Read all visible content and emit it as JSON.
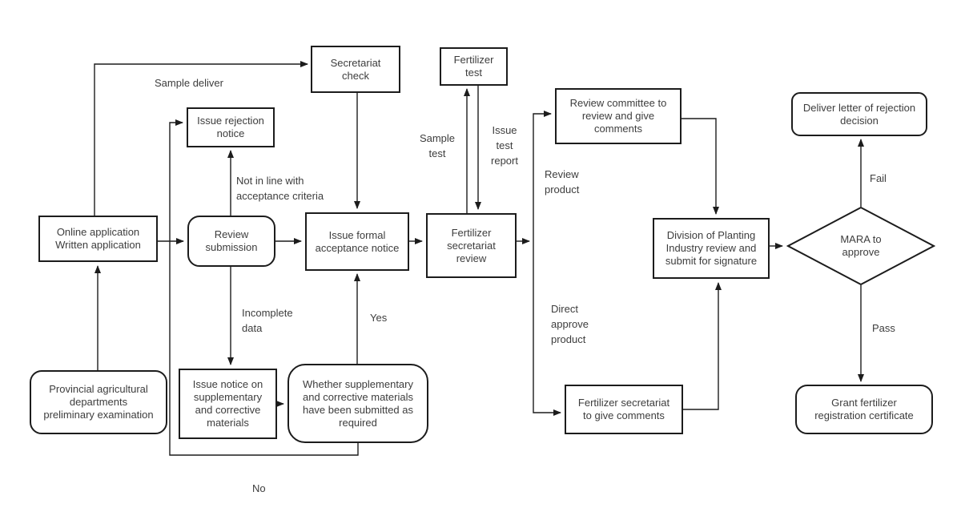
{
  "colors": {
    "background": "#ffffff",
    "line": "#1c1c1c",
    "text": "#3d3d3d"
  },
  "nodes": {
    "online_application": {
      "label": "Online application\nWritten application"
    },
    "provincial_examination": {
      "label": "Provincial agricultural\ndepartments\npreliminary examination"
    },
    "review_submission": {
      "label": "Review\nsubmission"
    },
    "issue_rejection_notice": {
      "label": "Issue rejection\nnotice"
    },
    "secretariat_check": {
      "label": "Secretariat\ncheck"
    },
    "issue_formal_acceptance": {
      "label": "Issue formal\nacceptance notice"
    },
    "fertilizer_test": {
      "label": "Fertilizer\ntest"
    },
    "fertilizer_secretariat_review": {
      "label": "Fertilizer\nsecretariat\nreview"
    },
    "review_committee": {
      "label": "Review committee to\nreview and give\ncomments"
    },
    "division_planting_industry": {
      "label": "Division of Planting\nIndustry review and\nsubmit for signature"
    },
    "fertilizer_secretariat_comments": {
      "label": "Fertilizer secretariat\nto give comments"
    },
    "mara_approve": {
      "label": "MARA to\napprove"
    },
    "deliver_rejection_letter": {
      "label": "Deliver letter of rejection\ndecision"
    },
    "grant_certificate": {
      "label": "Grant fertilizer\nregistration certificate"
    },
    "issue_notice_supplementary": {
      "label": "Issue notice on\nsupplementary\nand corrective\nmaterials"
    },
    "whether_supplementary": {
      "label": "Whether supplementary\nand corrective materials\nhave been submitted as\nrequired"
    }
  },
  "edge_labels": {
    "sample_deliver": "Sample deliver",
    "not_in_line": "Not in line with\nacceptance criteria",
    "incomplete_data": "Incomplete\ndata",
    "yes": "Yes",
    "no": "No",
    "sample_test": "Sample\ntest",
    "issue_test_report": "Issue\ntest\nreport",
    "review_product": "Review\nproduct",
    "direct_approve_product": "Direct\napprove\nproduct",
    "fail": "Fail",
    "pass": "Pass"
  }
}
